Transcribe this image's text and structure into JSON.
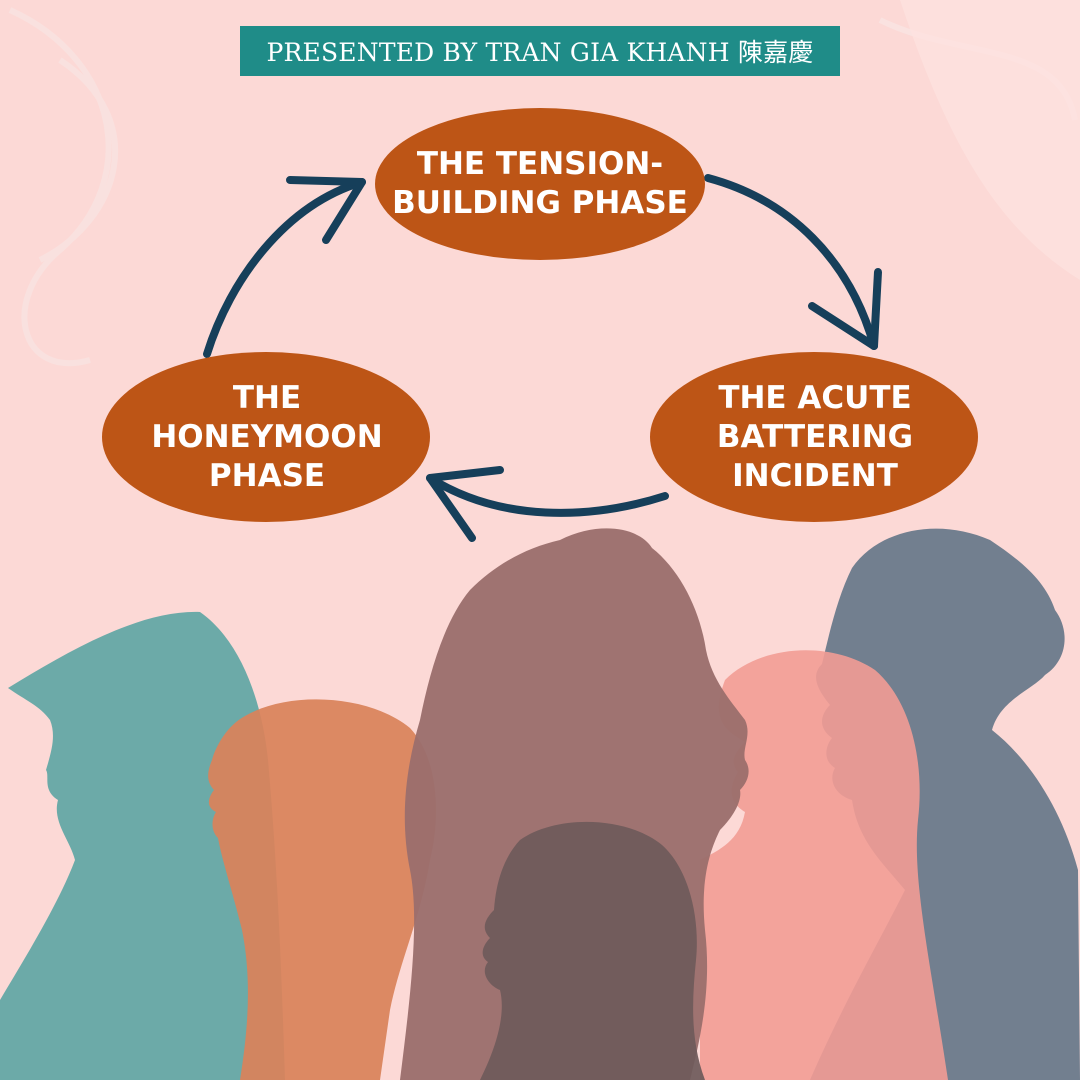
{
  "banner": {
    "text": "PRESENTED BY TRAN GIA KHANH 陳嘉慶"
  },
  "phases": {
    "tension_building": "THE TENSION-\nBUILDING PHASE",
    "acute_battering": "THE ACUTE\nBATTERING\nINCIDENT",
    "honeymoon": "THE\nHONEYMOON\nPHASE"
  },
  "colors": {
    "background": "#fcd9d6",
    "banner": "#1f8c88",
    "phase_ellipse": "#bd5516",
    "arrow": "#163f5a",
    "silhouettes": [
      "#5fa6a4",
      "#d9825a",
      "#9b6e6c",
      "#f29c95",
      "#6c7b8b",
      "#6e5a5a"
    ]
  }
}
